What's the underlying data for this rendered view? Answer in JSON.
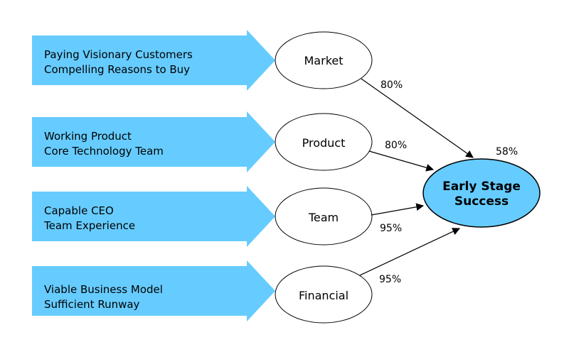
{
  "colors": {
    "arrow_fill": "#66CCFF",
    "goal_fill": "#66CCFF",
    "node_fill": "#FFFFFF",
    "stroke": "#000000"
  },
  "drivers": [
    {
      "line1": "Paying Visionary Customers",
      "line2": "Compelling Reasons to Buy",
      "node": "Market",
      "percent": "80%"
    },
    {
      "line1": "Working Product",
      "line2": "Core Technology Team",
      "node": "Product",
      "percent": "80%"
    },
    {
      "line1": "Capable CEO",
      "line2": "Team Experience",
      "node": "Team",
      "percent": "95%"
    },
    {
      "line1": "Viable Business Model",
      "line2": "Sufficient Runway",
      "node": "Financial",
      "percent": "95%"
    }
  ],
  "goal": {
    "line1": "Early Stage",
    "line2": "Success",
    "percent": "58%"
  }
}
